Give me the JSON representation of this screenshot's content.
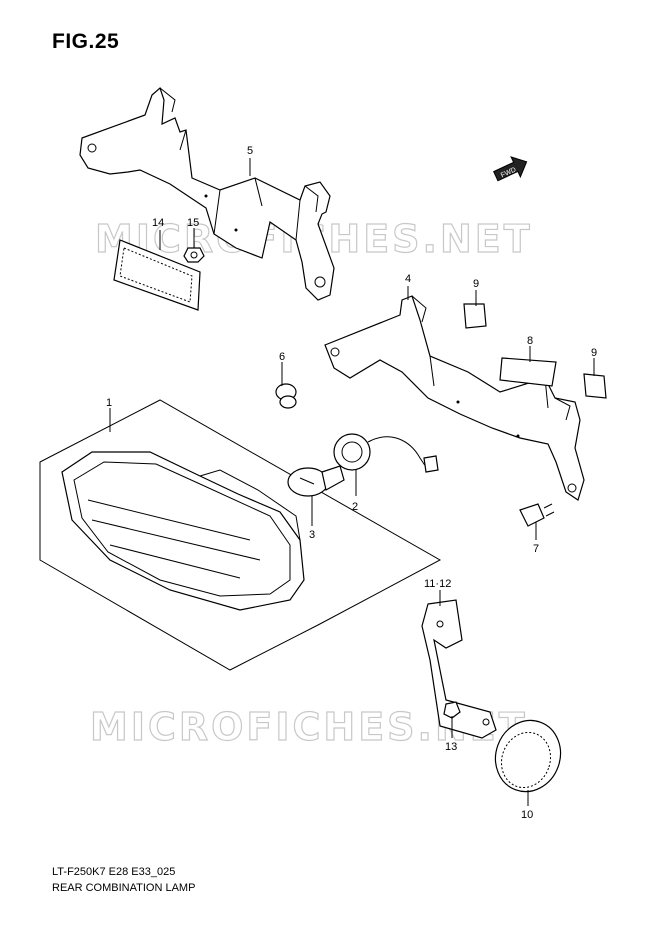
{
  "figure": {
    "title": "FIG.25",
    "model_code": "LT-F250K7 E28 E33_025",
    "caption": "REAR COMBINATION LAMP"
  },
  "watermark": "MICROFICHES.NET",
  "direction_badge": "FWD",
  "part_labels": {
    "p1": "1",
    "p2": "2",
    "p3": "3",
    "p4": "4",
    "p5": "5",
    "p6": "6",
    "p7": "7",
    "p8": "8",
    "p9a": "9",
    "p9b": "9",
    "p10": "10",
    "p11_12": "11·12",
    "p13": "13",
    "p14": "14",
    "p15": "15"
  }
}
